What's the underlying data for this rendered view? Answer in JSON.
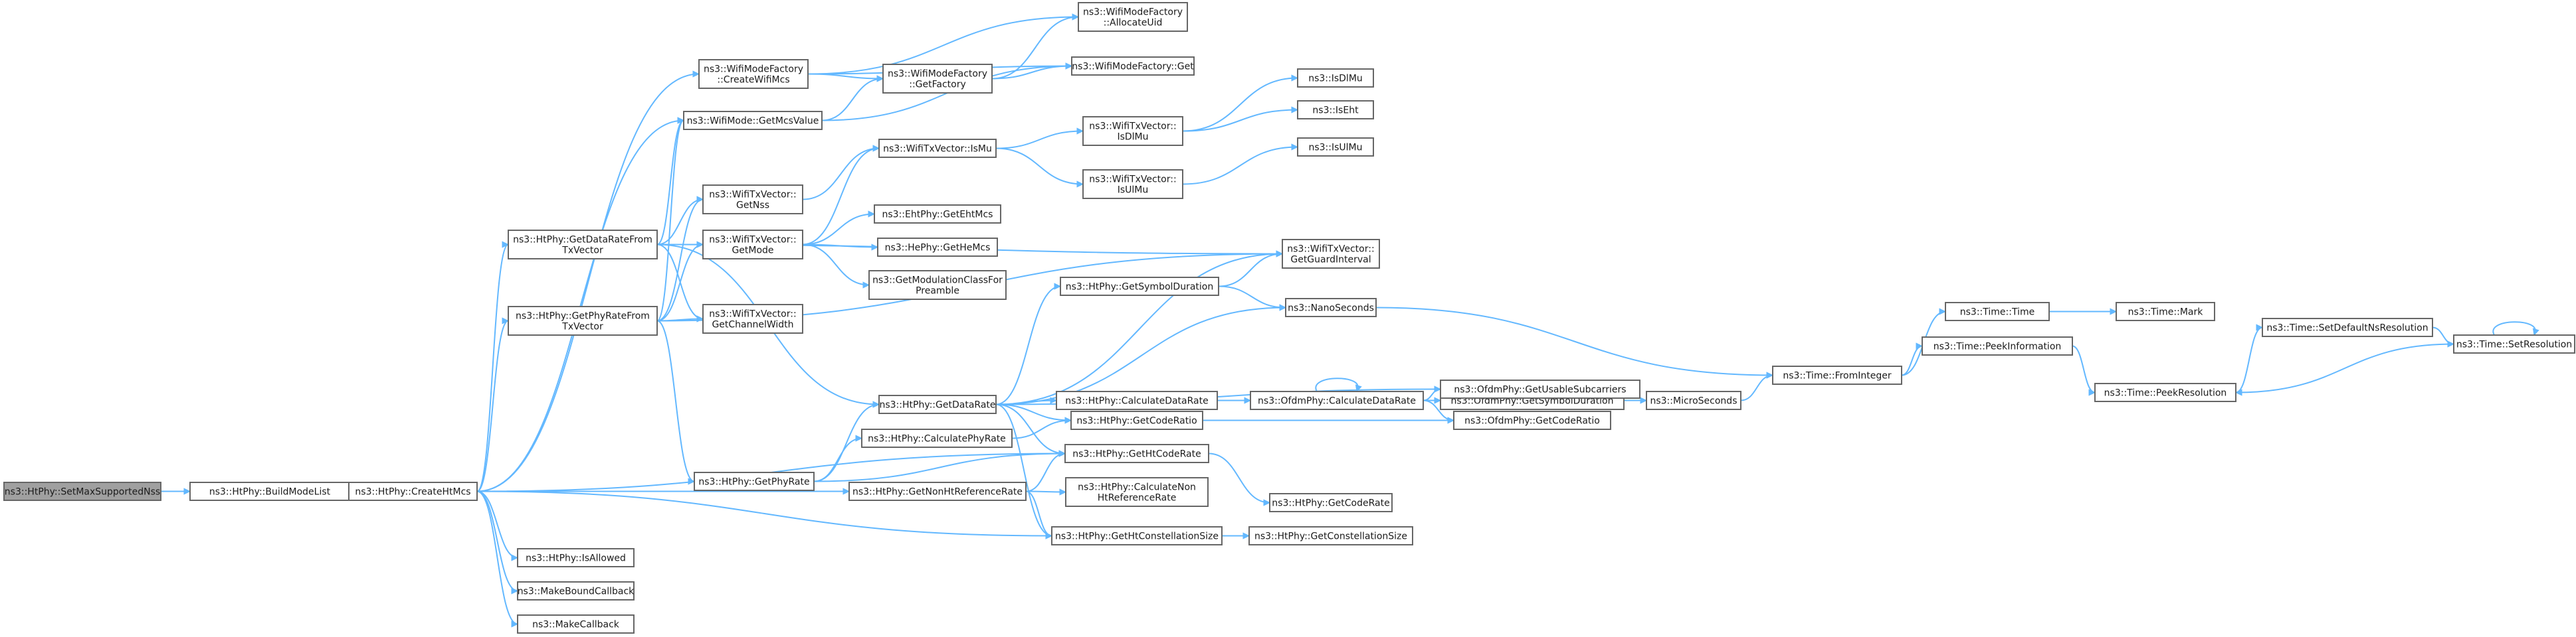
{
  "colors": {
    "edge": "#63b8ff",
    "node_border": "#666666",
    "root_fill": "#a0a0a0",
    "node_fill": "#ffffff"
  },
  "nodes": [
    {
      "id": "setmax",
      "lines": [
        "ns3::HtPhy::SetMaxSupportedNss"
      ],
      "root": true
    },
    {
      "id": "buildmode",
      "lines": [
        "ns3::HtPhy::BuildModeList"
      ]
    },
    {
      "id": "createht",
      "lines": [
        "ns3::HtPhy::CreateHtMcs"
      ]
    },
    {
      "id": "getdatarate_from",
      "lines": [
        "ns3::HtPhy::GetDataRateFrom",
        "TxVector"
      ]
    },
    {
      "id": "getphyrate_from",
      "lines": [
        "ns3::HtPhy::GetPhyRateFrom",
        "TxVector"
      ]
    },
    {
      "id": "getphyrate",
      "lines": [
        "ns3::HtPhy::GetPhyRate"
      ]
    },
    {
      "id": "getdatarate",
      "lines": [
        "ns3::HtPhy::GetDataRate"
      ]
    },
    {
      "id": "calcphyrate",
      "lines": [
        "ns3::HtPhy::CalculatePhyRate"
      ]
    },
    {
      "id": "getnonht",
      "lines": [
        "ns3::HtPhy::GetNonHtReferenceRate"
      ]
    },
    {
      "id": "isallowed",
      "lines": [
        "ns3::HtPhy::IsAllowed"
      ]
    },
    {
      "id": "makebound",
      "lines": [
        "ns3::MakeBoundCallback"
      ]
    },
    {
      "id": "makecb",
      "lines": [
        "ns3::MakeCallback"
      ]
    },
    {
      "id": "createwifimcs",
      "lines": [
        "ns3::WifiModeFactory",
        "::CreateWifiMcs"
      ]
    },
    {
      "id": "getmcsvalue",
      "lines": [
        "ns3::WifiMode::GetMcsValue"
      ]
    },
    {
      "id": "getnss",
      "lines": [
        "ns3::WifiTxVector::",
        "GetNss"
      ]
    },
    {
      "id": "getmode",
      "lines": [
        "ns3::WifiTxVector::",
        "GetMode"
      ]
    },
    {
      "id": "getchanwidth",
      "lines": [
        "ns3::WifiTxVector::",
        "GetChannelWidth"
      ]
    },
    {
      "id": "getfactory",
      "lines": [
        "ns3::WifiModeFactory",
        "::GetFactory"
      ]
    },
    {
      "id": "allocuid",
      "lines": [
        "ns3::WifiModeFactory",
        "::AllocateUid"
      ]
    },
    {
      "id": "factoryget",
      "lines": [
        "ns3::WifiModeFactory::Get"
      ]
    },
    {
      "id": "ismu",
      "lines": [
        "ns3::WifiTxVector::IsMu"
      ]
    },
    {
      "id": "isdlmu_tx",
      "lines": [
        "ns3::WifiTxVector::",
        "IsDlMu"
      ]
    },
    {
      "id": "isulmu_tx",
      "lines": [
        "ns3::WifiTxVector::",
        "IsUlMu"
      ]
    },
    {
      "id": "isdlmu",
      "lines": [
        "ns3::IsDlMu"
      ]
    },
    {
      "id": "iseht",
      "lines": [
        "ns3::IsEht"
      ]
    },
    {
      "id": "isulmu",
      "lines": [
        "ns3::IsUlMu"
      ]
    },
    {
      "id": "geteht",
      "lines": [
        "ns3::EhtPhy::GetEhtMcs"
      ]
    },
    {
      "id": "gethe",
      "lines": [
        "ns3::HePhy::GetHeMcs"
      ]
    },
    {
      "id": "getmodclass",
      "lines": [
        "ns3::GetModulationClassFor",
        "Preamble"
      ]
    },
    {
      "id": "getguard",
      "lines": [
        "ns3::WifiTxVector::",
        "GetGuardInterval"
      ]
    },
    {
      "id": "getsymdur_ht",
      "lines": [
        "ns3::HtPhy::GetSymbolDuration"
      ]
    },
    {
      "id": "nanosec",
      "lines": [
        "ns3::NanoSeconds"
      ]
    },
    {
      "id": "calcdatarate_ht",
      "lines": [
        "ns3::HtPhy::CalculateDataRate"
      ]
    },
    {
      "id": "getcoderatio_ht",
      "lines": [
        "ns3::HtPhy::GetCodeRatio"
      ]
    },
    {
      "id": "gethtcoderate",
      "lines": [
        "ns3::HtPhy::GetHtCodeRate"
      ]
    },
    {
      "id": "calcnonht",
      "lines": [
        "ns3::HtPhy::CalculateNon",
        "HtReferenceRate"
      ]
    },
    {
      "id": "gethtconst",
      "lines": [
        "ns3::HtPhy::GetHtConstellationSize"
      ]
    },
    {
      "id": "getcoderate",
      "lines": [
        "ns3::HtPhy::GetCodeRate"
      ]
    },
    {
      "id": "getconst",
      "lines": [
        "ns3::HtPhy::GetConstellationSize"
      ]
    },
    {
      "id": "ofdm_calcdatarate",
      "lines": [
        "ns3::OfdmPhy::CalculateDataRate"
      ]
    },
    {
      "id": "ofdm_getsymdur",
      "lines": [
        "ns3::OfdmPhy::GetSymbolDuration"
      ]
    },
    {
      "id": "ofdm_getusable",
      "lines": [
        "ns3::OfdmPhy::GetUsableSubcarriers"
      ]
    },
    {
      "id": "ofdm_getcoderatio",
      "lines": [
        "ns3::OfdmPhy::GetCodeRatio"
      ]
    },
    {
      "id": "microsec",
      "lines": [
        "ns3::MicroSeconds"
      ]
    },
    {
      "id": "frominteger",
      "lines": [
        "ns3::Time::FromInteger"
      ]
    },
    {
      "id": "timetime",
      "lines": [
        "ns3::Time::Time"
      ]
    },
    {
      "id": "peekinfo",
      "lines": [
        "ns3::Time::PeekInformation"
      ]
    },
    {
      "id": "timemark",
      "lines": [
        "ns3::Time::Mark"
      ]
    },
    {
      "id": "peekres",
      "lines": [
        "ns3::Time::PeekResolution"
      ]
    },
    {
      "id": "setdefaultres",
      "lines": [
        "ns3::Time::SetDefaultNsResolution"
      ]
    },
    {
      "id": "setres",
      "lines": [
        "ns3::Time::SetResolution"
      ]
    }
  ],
  "edges": [
    [
      "setmax",
      "buildmode"
    ],
    [
      "buildmode",
      "createht"
    ],
    [
      "createht",
      "createwifimcs"
    ],
    [
      "createht",
      "getmcsvalue"
    ],
    [
      "createht",
      "getdatarate_from"
    ],
    [
      "createht",
      "getphyrate_from"
    ],
    [
      "createht",
      "gethtcoderate"
    ],
    [
      "createht",
      "getnonht"
    ],
    [
      "createht",
      "gethtconst"
    ],
    [
      "createht",
      "isallowed"
    ],
    [
      "createht",
      "makebound"
    ],
    [
      "createht",
      "makecb"
    ],
    [
      "createwifimcs",
      "allocuid"
    ],
    [
      "createwifimcs",
      "getfactory"
    ],
    [
      "createwifimcs",
      "factoryget"
    ],
    [
      "getfactory",
      "allocuid"
    ],
    [
      "getfactory",
      "factoryget"
    ],
    [
      "getmcsvalue",
      "getfactory"
    ],
    [
      "getmcsvalue",
      "factoryget"
    ],
    [
      "getdatarate_from",
      "getmcsvalue"
    ],
    [
      "getdatarate_from",
      "getnss"
    ],
    [
      "getdatarate_from",
      "getmode"
    ],
    [
      "getdatarate_from",
      "getchanwidth"
    ],
    [
      "getdatarate_from",
      "getguard"
    ],
    [
      "getdatarate_from",
      "getdatarate"
    ],
    [
      "getphyrate_from",
      "getmcsvalue"
    ],
    [
      "getphyrate_from",
      "getnss"
    ],
    [
      "getphyrate_from",
      "getmode"
    ],
    [
      "getphyrate_from",
      "getchanwidth"
    ],
    [
      "getphyrate_from",
      "getguard"
    ],
    [
      "getphyrate_from",
      "getphyrate"
    ],
    [
      "getnss",
      "ismu"
    ],
    [
      "getmode",
      "ismu"
    ],
    [
      "getmode",
      "geteht"
    ],
    [
      "getmode",
      "gethe"
    ],
    [
      "getmode",
      "getmodclass"
    ],
    [
      "ismu",
      "isdlmu_tx"
    ],
    [
      "ismu",
      "isulmu_tx"
    ],
    [
      "isdlmu_tx",
      "isdlmu"
    ],
    [
      "isdlmu_tx",
      "iseht"
    ],
    [
      "isulmu_tx",
      "isulmu"
    ],
    [
      "getphyrate",
      "getdatarate"
    ],
    [
      "getphyrate",
      "calcphyrate"
    ],
    [
      "getphyrate",
      "gethtcoderate"
    ],
    [
      "getdatarate",
      "getsymdur_ht"
    ],
    [
      "getdatarate",
      "nanosec"
    ],
    [
      "getdatarate",
      "calcdatarate_ht"
    ],
    [
      "getdatarate",
      "getcoderatio_ht"
    ],
    [
      "getdatarate",
      "gethtcoderate"
    ],
    [
      "getdatarate",
      "gethtconst"
    ],
    [
      "getdatarate",
      "ofdm_getusable"
    ],
    [
      "getdatarate",
      "getguard"
    ],
    [
      "calcphyrate",
      "getcoderatio_ht"
    ],
    [
      "getnonht",
      "gethtcoderate"
    ],
    [
      "getnonht",
      "calcnonht"
    ],
    [
      "getnonht",
      "gethtconst"
    ],
    [
      "getsymdur_ht",
      "getguard"
    ],
    [
      "getsymdur_ht",
      "nanosec"
    ],
    [
      "calcdatarate_ht",
      "ofdm_calcdatarate"
    ],
    [
      "ofdm_calcdatarate",
      "ofdm_calcdatarate"
    ],
    [
      "ofdm_calcdatarate",
      "ofdm_getsymdur"
    ],
    [
      "ofdm_calcdatarate",
      "ofdm_getusable"
    ],
    [
      "ofdm_calcdatarate",
      "ofdm_getcoderatio"
    ],
    [
      "ofdm_getsymdur",
      "microsec"
    ],
    [
      "nanosec",
      "frominteger"
    ],
    [
      "microsec",
      "frominteger"
    ],
    [
      "frominteger",
      "timetime"
    ],
    [
      "frominteger",
      "peekinfo"
    ],
    [
      "timetime",
      "timemark"
    ],
    [
      "peekinfo",
      "peekres"
    ],
    [
      "peekres",
      "setdefaultres"
    ],
    [
      "setdefaultres",
      "setres"
    ],
    [
      "setres",
      "setres"
    ],
    [
      "setres",
      "peekres"
    ],
    [
      "getcoderatio_ht",
      "ofdm_getcoderatio"
    ],
    [
      "gethtcoderate",
      "getcoderate"
    ],
    [
      "gethtconst",
      "getconst"
    ]
  ]
}
